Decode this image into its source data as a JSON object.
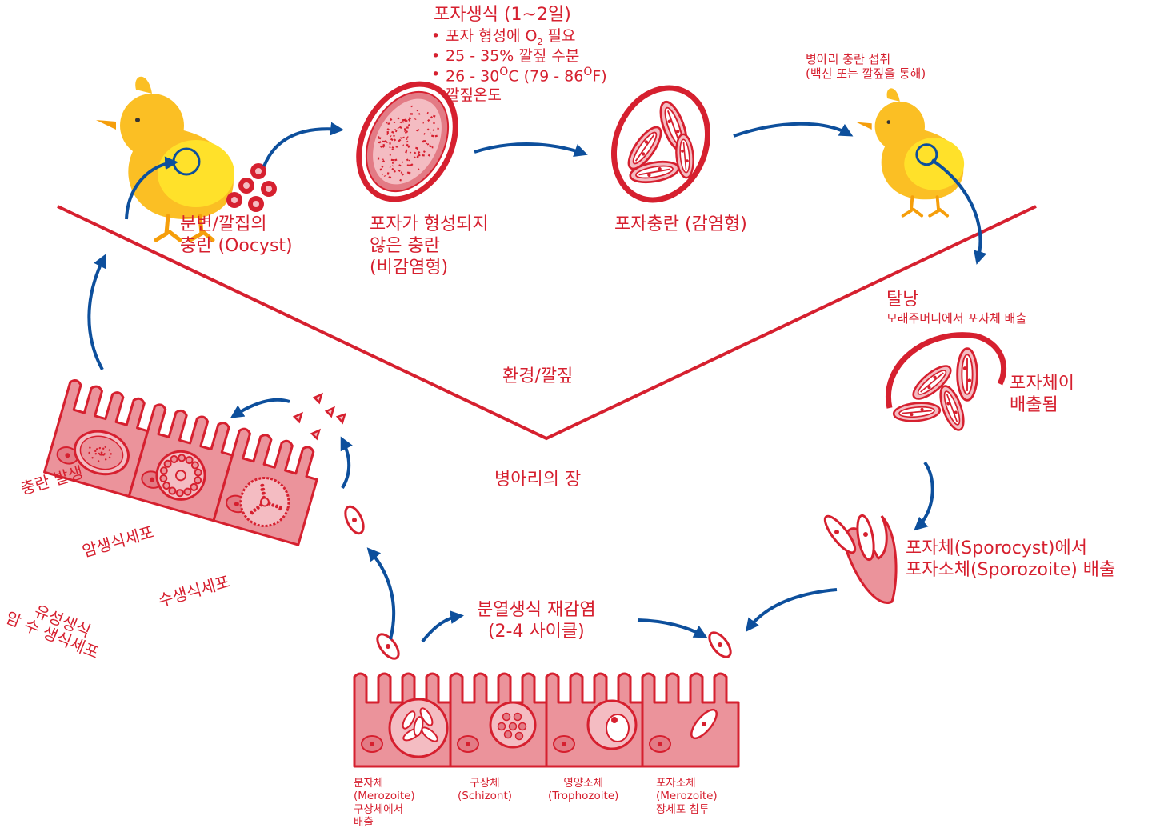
{
  "sporulation": {
    "title": "포자생식 (1~2일)",
    "b1_pre": "포자 형성에 O",
    "b1_sub": "2",
    "b1_post": " 필요",
    "b2": "25 - 35% 깔짚 수분",
    "b3_a": "26 - 30",
    "b3_sup1": "O",
    "b3_b": "C (79 - 86",
    "b3_sup2": "O",
    "b3_c": "F)",
    "b3_line2": "깔짚온도"
  },
  "ingest": {
    "line1": "병아리 충란 섭취",
    "line2": "(백신 또는 깔짚을 통해)"
  },
  "oocyst_feces": {
    "line1": "분변/깔집의",
    "line2": "충란 (Oocyst)"
  },
  "unsporulated": {
    "line1": "포자가 형성되지",
    "line2": "않은 충란",
    "line3": "(비감염형)"
  },
  "sporulated": {
    "label": "포자충란 (감염형)"
  },
  "excyst": {
    "title": "탈낭",
    "subtitle": "모래주머니에서 포자체 배출"
  },
  "sporocyst_release": {
    "line1": "포자체이",
    "line2": "배출됨"
  },
  "sporozoite_release": {
    "line1": "포자체(Sporocyst)에서",
    "line2": "포자소체(Sporozoite) 배출"
  },
  "zones": {
    "environment": "환경/깔짚",
    "intestine": "병아리의 장"
  },
  "asexual": {
    "line1": "분열생식 재감염",
    "line2": "(2-4 사이클)"
  },
  "sexual": {
    "oocyst_dev": "충란 발생",
    "macro": "암생식세포",
    "micro": "수생식세포",
    "gametes_line1": "유성생식",
    "gametes_line2": "암 수 생식세포"
  },
  "cells": [
    {
      "line1": "분자체",
      "line2": "(Merozoite)",
      "line3": "구상체에서",
      "line4": "배출"
    },
    {
      "line1": "구상체",
      "line2": "(Schizont)"
    },
    {
      "line1": "영양소체",
      "line2": "(Trophozoite)"
    },
    {
      "line1": "포자소체",
      "line2": "(Merozoite)",
      "line3": "장세포 침투"
    }
  ],
  "colors": {
    "red": "#d6202f",
    "pink": "#eb939b",
    "light_pink": "#f4bcc2",
    "blue": "#0d4f9c",
    "chick_yellow": "#fbbf24",
    "chick_belly": "#ffe12a"
  }
}
